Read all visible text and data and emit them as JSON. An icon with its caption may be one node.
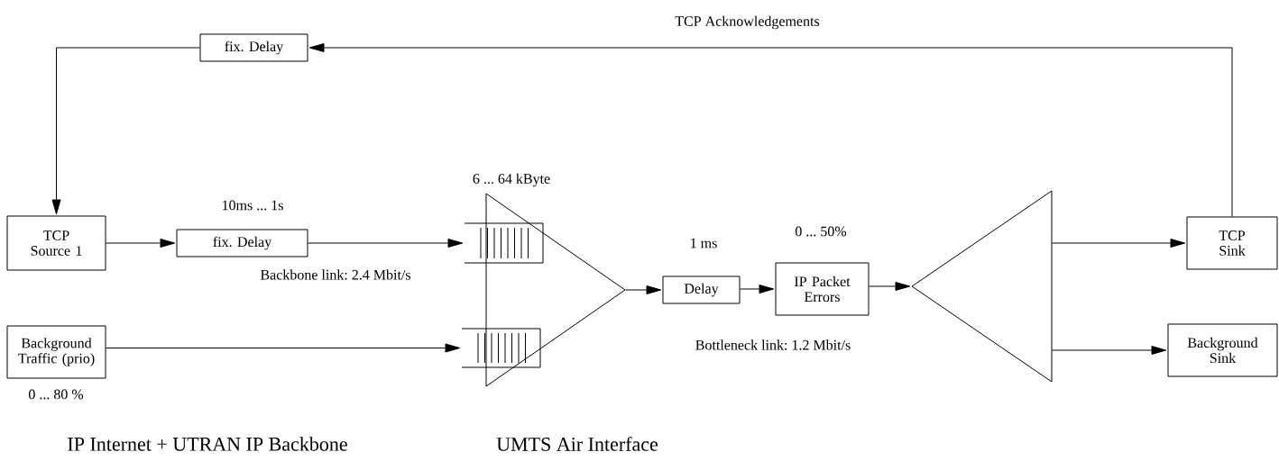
{
  "diagram": {
    "nodes": [
      {
        "text": [
          "fix. Delay"
        ]
      },
      {
        "text": [
          "TCP Source 1"
        ]
      },
      {
        "text": [
          "fix. Delay"
        ],
        "beside": [
          "10ms ... 1s"
        ]
      },
      {
        "text": [
          "Background Traffic (prio)"
        ],
        "beside": [
          "0 ... 80 %"
        ]
      },
      {
        "text": [],
        "shape": "queue"
      },
      {
        "text": [],
        "shape": "queue"
      },
      {
        "text": [],
        "shape": "triangle",
        "beside": [
          "6 ... 64 kByte"
        ]
      },
      {
        "text": [
          "Delay"
        ],
        "beside": [
          "1 ms"
        ]
      },
      {
        "text": [
          "IP Packet Errors"
        ],
        "beside": [
          "0 ... 50%"
        ]
      },
      {
        "text": [],
        "shape": "triangle"
      },
      {
        "text": [
          "TCP Sink"
        ]
      },
      {
        "text": [
          "Background Sink"
        ]
      }
    ],
    "edges": [
      {
        "from": 10,
        "to": 0,
        "arrow": "to",
        "label": "TCP Acknowledgements"
      },
      {
        "from": 0,
        "to": 1,
        "arrow": "to"
      },
      {
        "from": 1,
        "to": 2,
        "arrow": "to"
      },
      {
        "from": 2,
        "to": 4,
        "arrow": "to"
      },
      {
        "from": 3,
        "to": 5,
        "arrow": "to"
      },
      {
        "from": 6,
        "to": 7,
        "arrow": "to"
      },
      {
        "from": 7,
        "to": 8,
        "arrow": "to"
      },
      {
        "from": 8,
        "to": 9,
        "arrow": "to"
      },
      {
        "from": 9,
        "to": 10,
        "arrow": "to"
      },
      {
        "from": 9,
        "to": 11,
        "arrow": "to"
      }
    ],
    "labels": [
      "Backbone link: 2.4 Mbit/s",
      "Bottleneck link: 1.2 Mbit/s",
      "IP Internet + UTRAN IP Backbone",
      "UMTS Air Interface"
    ]
  }
}
